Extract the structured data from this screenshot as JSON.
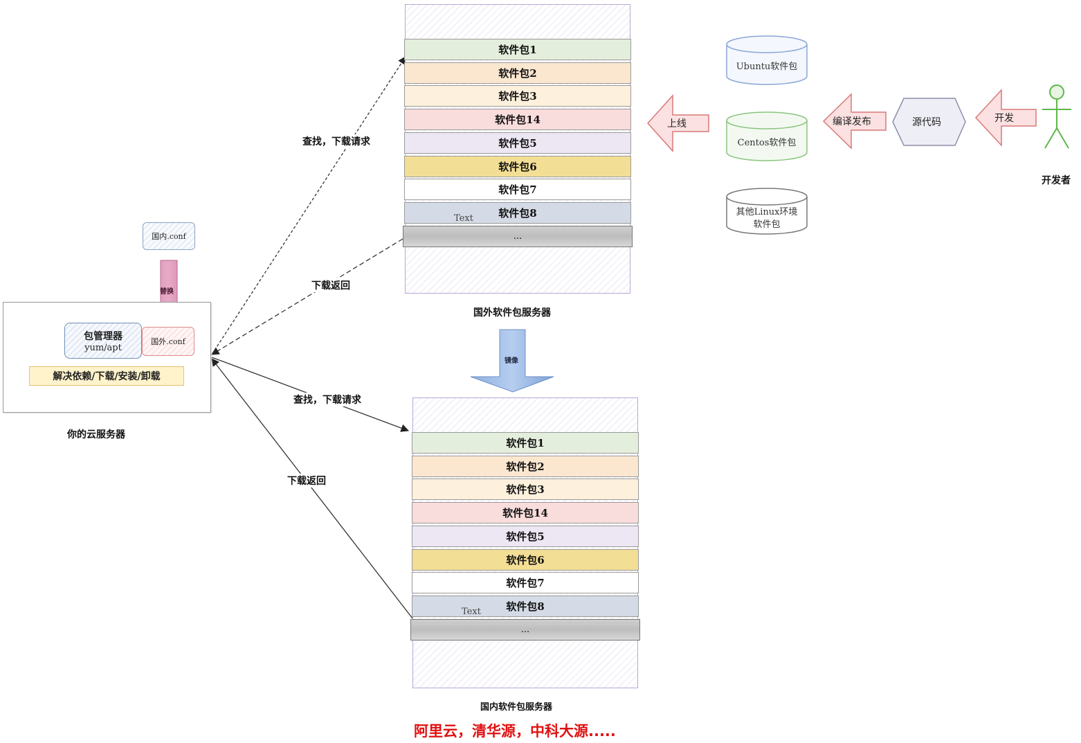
{
  "foreign_server": {
    "packages": [
      "软件包1",
      "软件包2",
      "软件包3",
      "软件包14",
      "软件包5",
      "软件包6",
      "软件包7",
      "软件包8"
    ],
    "more": "...",
    "text_tag": "Text",
    "caption": "国外软件包服务器",
    "colors": [
      "#e4eedd",
      "#fbe7d0",
      "#fdf0dc",
      "#f9dcdc",
      "#ede6f3",
      "#f3de95",
      "#ffffff",
      "#d4dbe6"
    ]
  },
  "domestic_server": {
    "packages": [
      "软件包1",
      "软件包2",
      "软件包3",
      "软件包14",
      "软件包5",
      "软件包6",
      "软件包7",
      "软件包8"
    ],
    "more": "...",
    "text_tag": "Text",
    "caption": "国内软件包服务器",
    "colors": [
      "#e4eedd",
      "#fbe7d0",
      "#fdf0dc",
      "#f9dcdc",
      "#ede6f3",
      "#f3de95",
      "#ffffff",
      "#d4dbe6"
    ]
  },
  "mirror_label": "镜像",
  "cloud": {
    "package_manager": "包管理器",
    "tools": "yum/apt",
    "foreign_conf": "国外.conf",
    "domestic_conf": "国内.conf",
    "replace_label": "替换",
    "resolve": "解决依赖/下载/安装/卸载",
    "caption": "你的云服务器"
  },
  "edges": {
    "find_request_top": "查找，下载请求",
    "download_return_top": "下载返回",
    "find_request_bottom": "查找，下载请求",
    "download_return_bottom": "下载返回"
  },
  "publish": {
    "online": "上线",
    "compile": "编译发布",
    "source": "源代码",
    "develop": "开发",
    "developer": "开发者",
    "repos": [
      "Ubuntu软件包",
      "Centos软件包",
      "其他Linux环境\n软件包"
    ]
  },
  "footer": "阿里云，清华源，中科大源....."
}
